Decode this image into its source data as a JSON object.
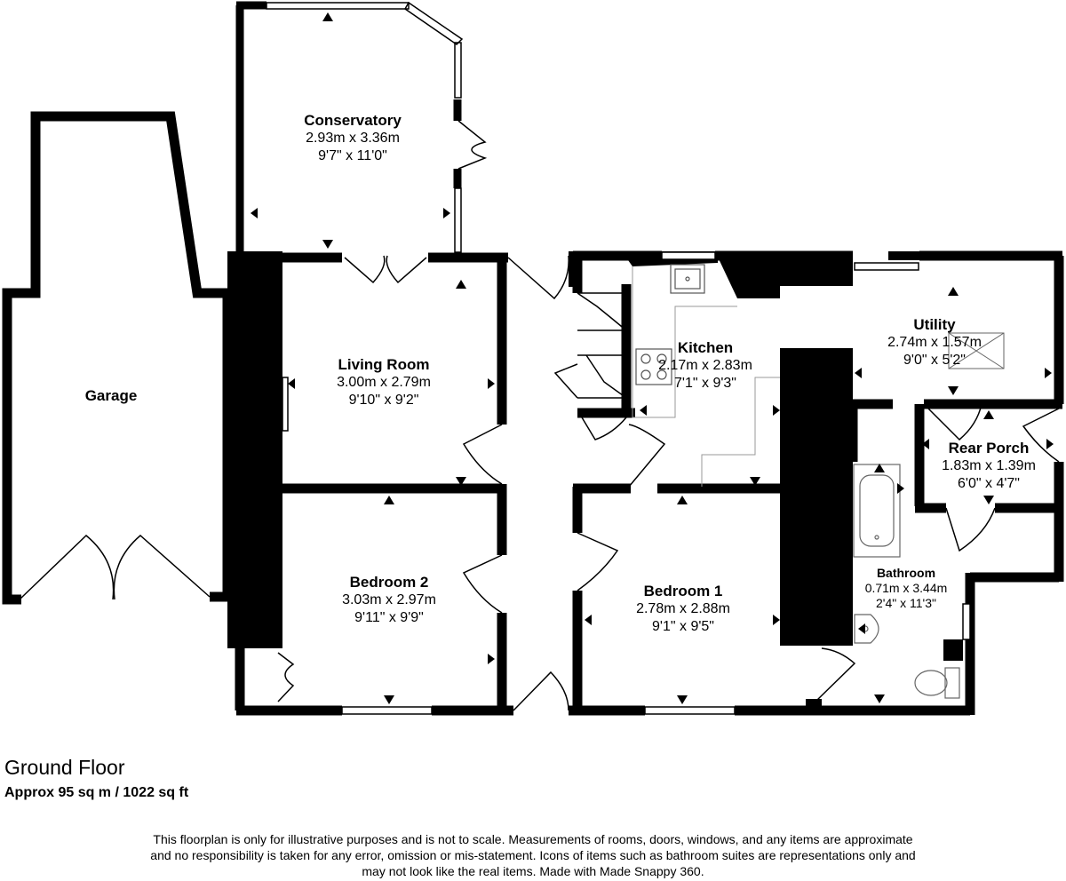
{
  "rooms": {
    "garage": {
      "name": "Garage"
    },
    "conservatory": {
      "name": "Conservatory",
      "metric": "2.93m x 3.36m",
      "imperial": "9'7\" x 11'0\""
    },
    "living_room": {
      "name": "Living Room",
      "metric": "3.00m x 2.79m",
      "imperial": "9'10\" x 9'2\""
    },
    "bedroom_2": {
      "name": "Bedroom 2",
      "metric": "3.03m x 2.97m",
      "imperial": "9'11\" x 9'9\""
    },
    "kitchen": {
      "name": "Kitchen",
      "metric": "2.17m x 2.83m",
      "imperial": "7'1\" x 9'3\""
    },
    "utility": {
      "name": "Utility",
      "metric": "2.74m x 1.57m",
      "imperial": "9'0\" x 5'2\""
    },
    "rear_porch": {
      "name": "Rear Porch",
      "metric": "1.83m x 1.39m",
      "imperial": "6'0\" x 4'7\""
    },
    "bedroom_1": {
      "name": "Bedroom 1",
      "metric": "2.78m x 2.88m",
      "imperial": "9'1\" x 9'5\""
    },
    "bathroom": {
      "name": "Bathroom",
      "metric": "0.71m x 3.44m",
      "imperial": "2'4\" x 11'3\""
    }
  },
  "floor": {
    "title": "Ground Floor",
    "area": "Approx 95 sq m / 1022 sq ft"
  },
  "disclaimer": {
    "line1": "This floorplan is only for illustrative purposes and is not to scale. Measurements of rooms, doors, windows, and any items are approximate",
    "line2": "and no responsibility is taken for any error, omission or mis-statement. Icons of items such as bathroom suites are representations only and",
    "line3": "may not look like the real items. Made with Made Snappy 360."
  },
  "colors": {
    "wall": "#000000",
    "background": "#ffffff",
    "fixture": "#999999"
  }
}
